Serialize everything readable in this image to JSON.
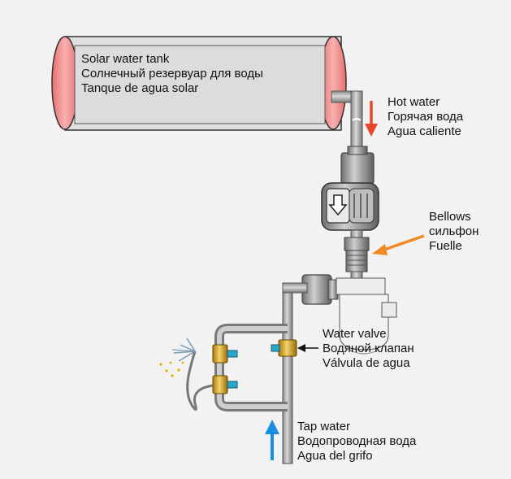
{
  "tank": {
    "lines": [
      "Solar water tank",
      "Солнечный резервуар для воды",
      "Tanque de agua solar"
    ]
  },
  "hot_water": {
    "lines": [
      "Hot water",
      "Горячая вода",
      "Agua caliente"
    ],
    "arrow_color": "#e8462a"
  },
  "bellows": {
    "lines": [
      "Bellows",
      "сильфон",
      "Fuelle"
    ],
    "arrow_color": "#f08a24"
  },
  "water_valve": {
    "lines": [
      "Water valve",
      "Водяной клапан",
      "Válvula de agua"
    ],
    "arrow_color": "#111111"
  },
  "tap_water": {
    "lines": [
      "Tap water",
      "Водопроводная вода",
      "Agua del grifo"
    ],
    "arrow_color": "#1a8fe0"
  },
  "colors": {
    "tank_body": "#e0e0e0",
    "tank_end": "#f08e8e",
    "pipe": "#999999",
    "fitting": "#888888",
    "brass": "#d4a017",
    "background": "#f2f2f2"
  }
}
